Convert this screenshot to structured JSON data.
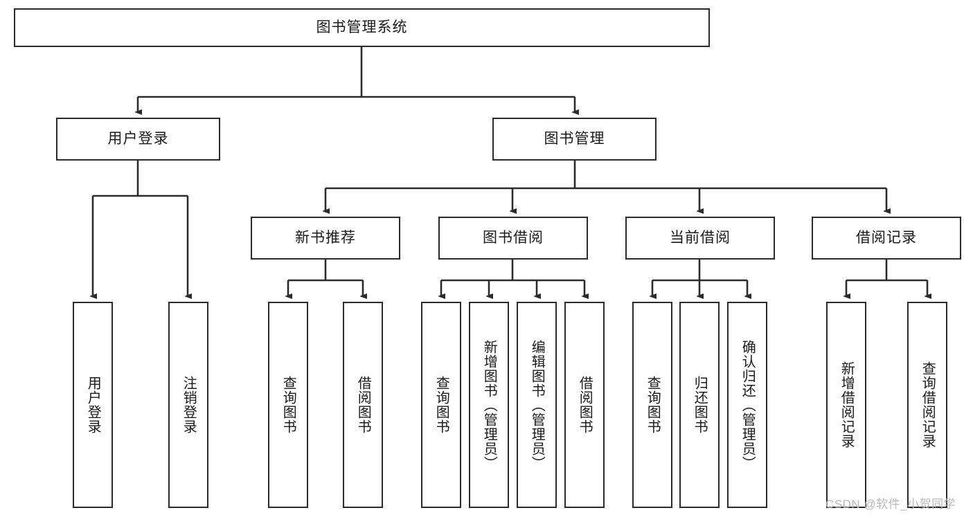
{
  "diagram": {
    "type": "tree-hierarchy-functional-decomposition",
    "watermark": "CSDN @软件_小贺同学",
    "colors": {
      "box_border": "#2b2b2b",
      "box_fill": "#ffffff",
      "edge": "#2b2b2b",
      "text": "#1a1a1a",
      "watermark": "#b9b9b9",
      "background": "#ffffff"
    },
    "root": {
      "label": "图书管理系统"
    },
    "level2": [
      {
        "id": "user-login",
        "label": "用户登录"
      },
      {
        "id": "book-management",
        "label": "图书管理"
      }
    ],
    "level3": [
      {
        "id": "new-book-recommend",
        "label": "新书推荐",
        "parent": "book-management"
      },
      {
        "id": "book-borrow",
        "label": "图书借阅",
        "parent": "book-management"
      },
      {
        "id": "current-borrow",
        "label": "当前借阅",
        "parent": "book-management"
      },
      {
        "id": "borrow-record",
        "label": "借阅记录",
        "parent": "book-management"
      }
    ],
    "leaves": [
      {
        "id": "leaf-user-login",
        "label": "用户登录",
        "parent": "user-login"
      },
      {
        "id": "leaf-logout",
        "label": "注销登录",
        "parent": "user-login"
      },
      {
        "id": "leaf-query-book-1",
        "label": "查询图书",
        "parent": "new-book-recommend"
      },
      {
        "id": "leaf-borrow-book-1",
        "label": "借阅图书",
        "parent": "new-book-recommend"
      },
      {
        "id": "leaf-query-book-2",
        "label": "查询图书",
        "parent": "book-borrow"
      },
      {
        "id": "leaf-add-book",
        "label": "新增图书（管理员）",
        "parent": "book-borrow"
      },
      {
        "id": "leaf-edit-book",
        "label": "编辑图书（管理员）",
        "parent": "book-borrow"
      },
      {
        "id": "leaf-borrow-book-2",
        "label": "借阅图书",
        "parent": "book-borrow"
      },
      {
        "id": "leaf-query-book-3",
        "label": "查询图书",
        "parent": "current-borrow"
      },
      {
        "id": "leaf-return-book",
        "label": "归还图书",
        "parent": "current-borrow"
      },
      {
        "id": "leaf-confirm-return",
        "label": "确认归还（管理员）",
        "parent": "current-borrow"
      },
      {
        "id": "leaf-add-record",
        "label": "新增借阅记录",
        "parent": "borrow-record"
      },
      {
        "id": "leaf-query-record",
        "label": "查询借阅记录",
        "parent": "borrow-record"
      }
    ]
  }
}
